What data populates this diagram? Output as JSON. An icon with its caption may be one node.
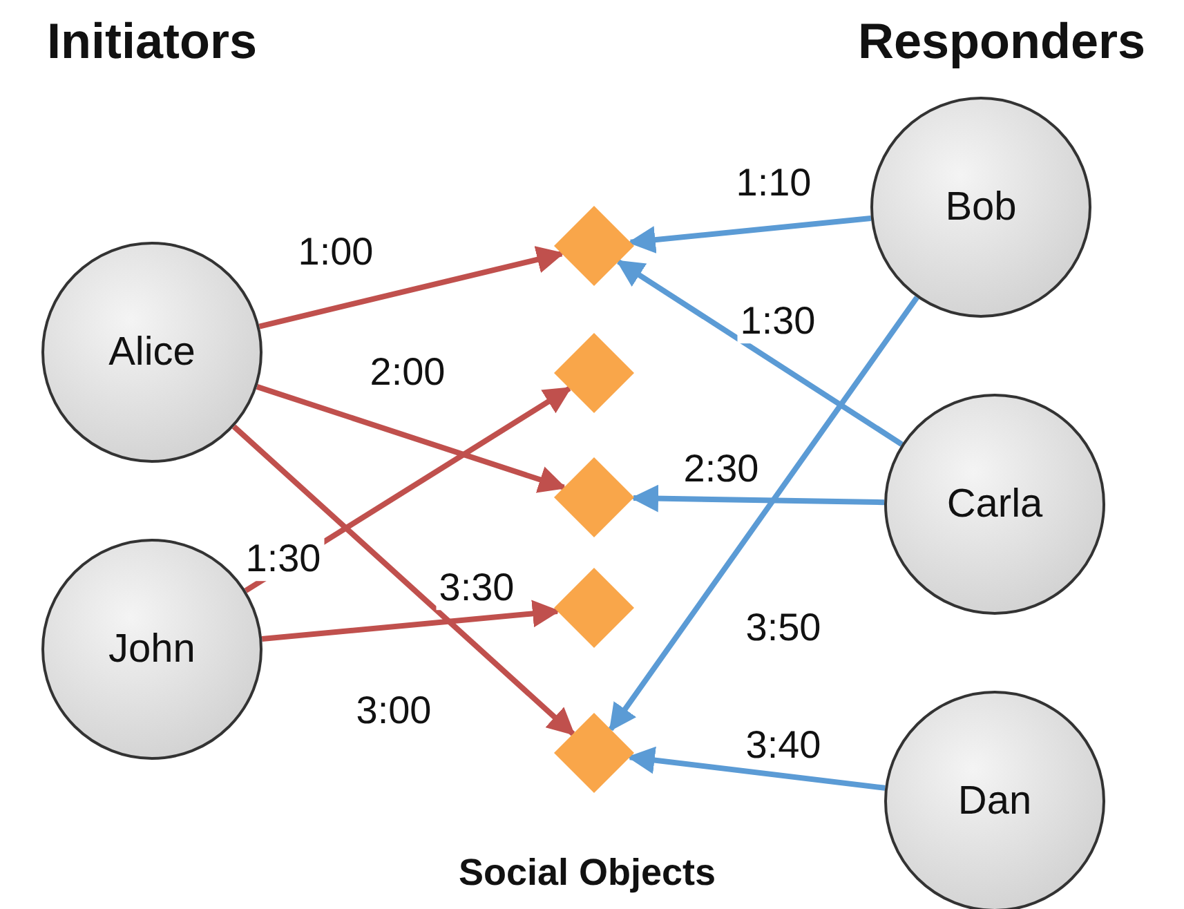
{
  "diagram": {
    "nodes": [
      {
        "text": [
          "Alice"
        ]
      },
      {
        "text": [
          "John"
        ]
      },
      {
        "text": [
          "Bob"
        ]
      },
      {
        "text": [
          "Carla"
        ]
      },
      {
        "text": [
          "Dan"
        ]
      },
      {
        "text": [],
        "shape": "diamond"
      },
      {
        "text": [],
        "shape": "diamond"
      },
      {
        "text": [],
        "shape": "diamond"
      },
      {
        "text": [],
        "shape": "diamond"
      },
      {
        "text": [],
        "shape": "diamond"
      }
    ],
    "edges": [
      {
        "from": 0,
        "to": 5,
        "arrow": "to",
        "label": "1:00",
        "color": "#c0504d"
      },
      {
        "from": 0,
        "to": 7,
        "arrow": "to",
        "label": "2:00",
        "color": "#c0504d"
      },
      {
        "from": 0,
        "to": 9,
        "arrow": "to",
        "label": "3:00",
        "color": "#c0504d"
      },
      {
        "from": 1,
        "to": 6,
        "arrow": "to",
        "label": "1:30",
        "color": "#c0504d"
      },
      {
        "from": 1,
        "to": 8,
        "arrow": "to",
        "label": "3:30",
        "color": "#c0504d"
      },
      {
        "from": 2,
        "to": 5,
        "arrow": "to",
        "label": "1:10",
        "color": "#5b9bd5"
      },
      {
        "from": 3,
        "to": 5,
        "arrow": "to",
        "label": "1:30",
        "color": "#5b9bd5"
      },
      {
        "from": 3,
        "to": 7,
        "arrow": "to",
        "label": "2:30",
        "color": "#5b9bd5"
      },
      {
        "from": 2,
        "to": 9,
        "arrow": "to",
        "label": "3:50",
        "color": "#5b9bd5"
      },
      {
        "from": 4,
        "to": 9,
        "arrow": "to",
        "label": "3:40",
        "color": "#5b9bd5"
      }
    ],
    "labels": [
      "Initiators",
      "Responders",
      "Social Objects"
    ]
  }
}
